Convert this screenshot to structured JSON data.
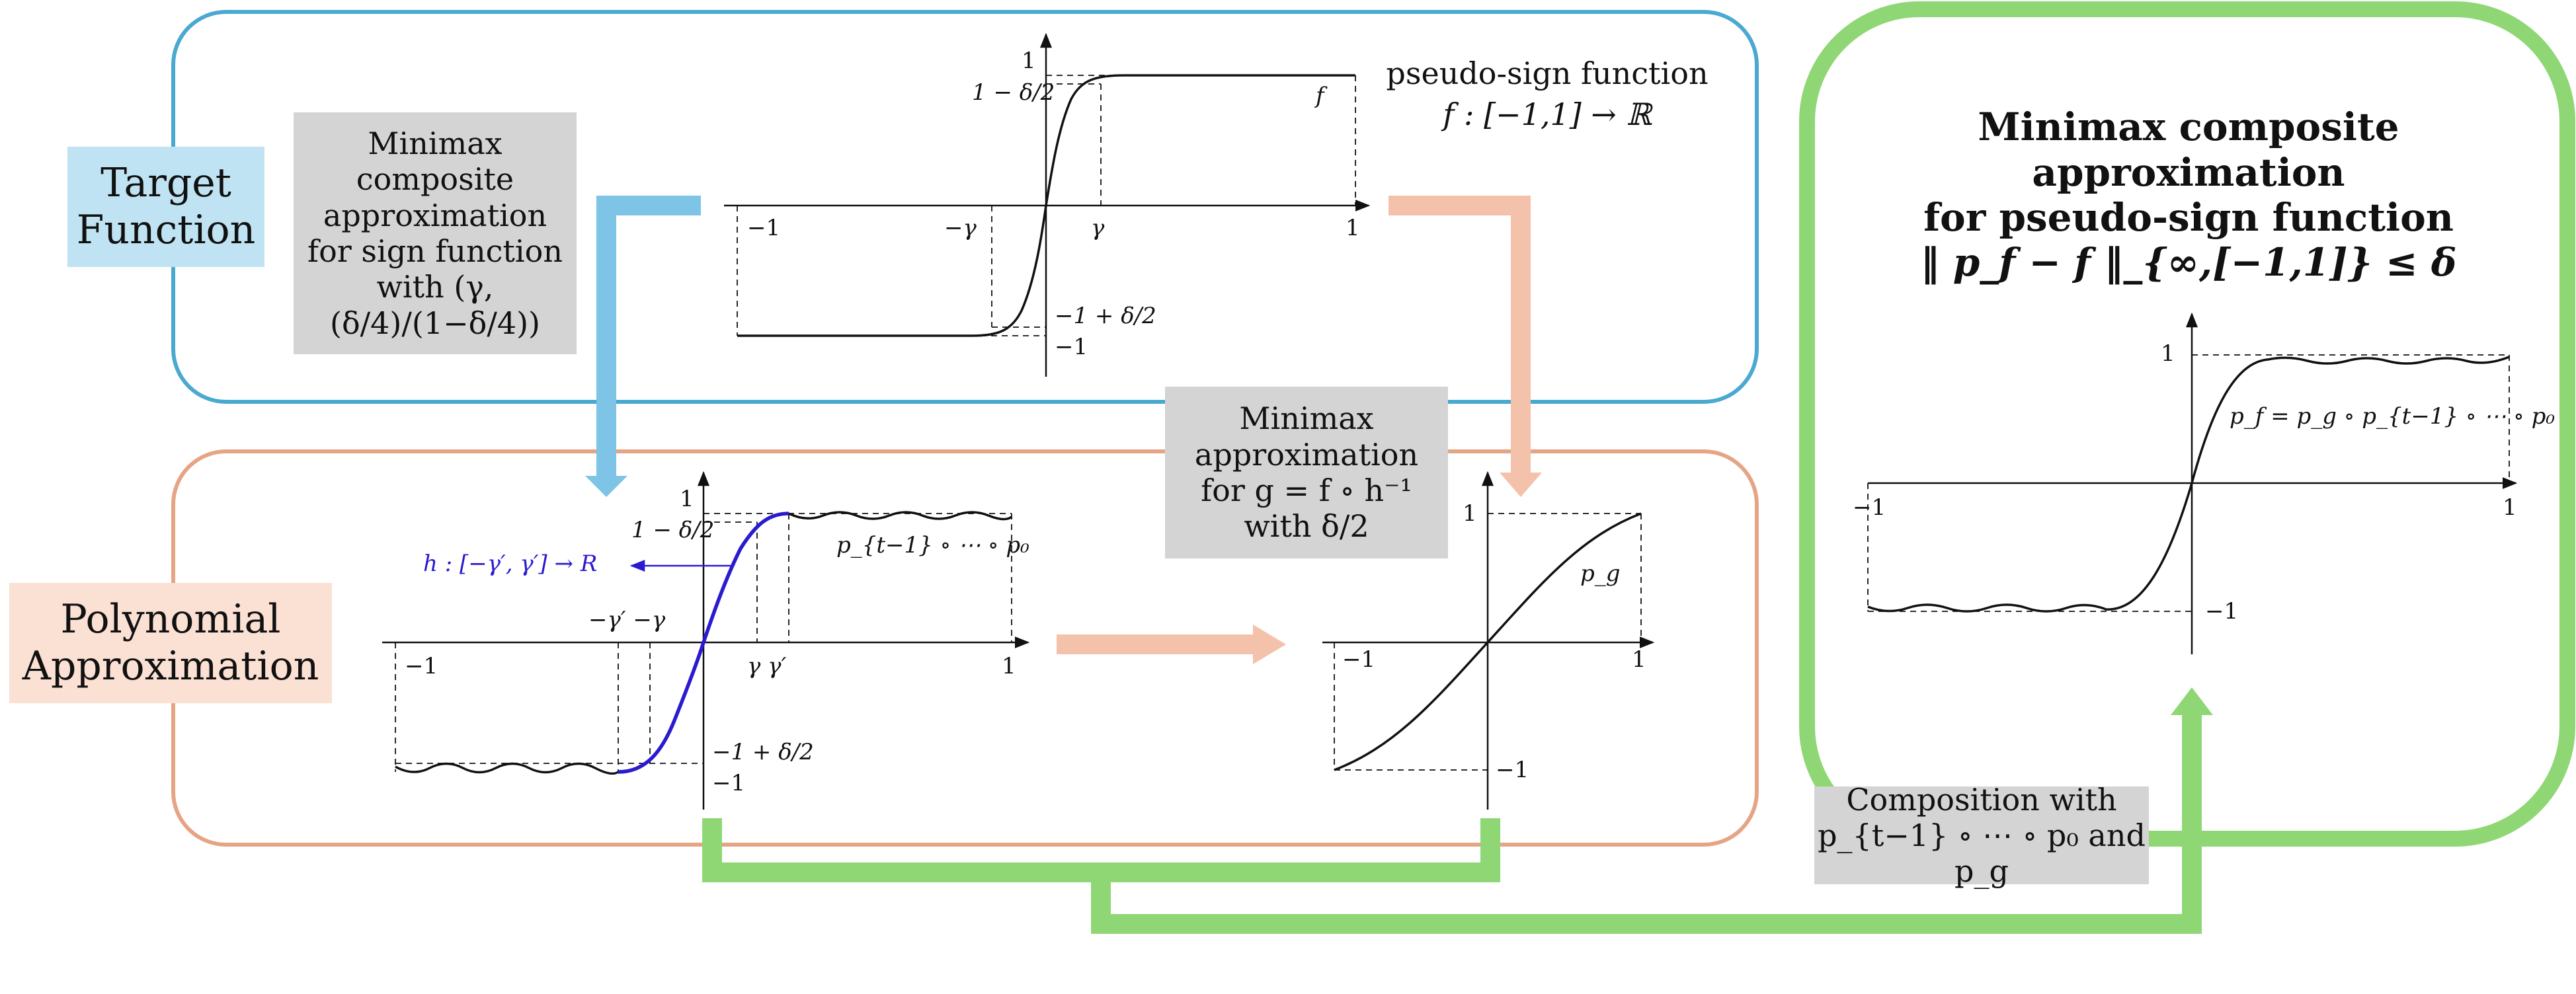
{
  "labels": {
    "target_function": "Target\nFunction",
    "polynomial_approximation": "Polynomial\nApproximation"
  },
  "boxes": {
    "minimax_sign": "Minimax\ncomposite\napproximation\nfor sign function\nwith (γ, (δ/4)/(1−δ/4))",
    "minimax_g": "Minimax\napproximation\nfor g = f ∘ h⁻¹\nwith δ/2",
    "composition": "Composition with\np_{t−1} ∘ ⋯ ∘ p₀ and p_g"
  },
  "pseudo_sign": {
    "line1": "pseudo-sign function",
    "line2": "f : [−1,1] → ℝ"
  },
  "result": {
    "line1": "Minimax composite approximation",
    "line2": "for pseudo-sign function",
    "line3": "‖ p_f − f ‖_{∞,[−1,1]} ≤ δ"
  },
  "plot_top": {
    "y_top": "1",
    "y_top2": "1 − δ/2",
    "y_bot": "−1 + δ/2",
    "y_bot2": "−1",
    "x_left": "−1",
    "x_right": "1",
    "x_mgamma": "−γ",
    "x_gamma": "γ",
    "curve": "f"
  },
  "plot_poly": {
    "y_top": "1",
    "y_top2": "1 − δ/2",
    "y_bot": "−1 + δ/2",
    "y_bot2": "−1",
    "x_left": "−1",
    "x_right": "1",
    "x_mgammas": "−γ′ −γ",
    "x_gammas": "γ  γ′",
    "h_label": "h : [−γ′, γ′] → R",
    "curve": "p_{t−1} ∘ ⋯ ∘ p₀"
  },
  "plot_g": {
    "y_top": "1",
    "y_bot": "−1",
    "x_left": "−1",
    "x_right": "1",
    "curve": "p_g"
  },
  "plot_result": {
    "y_top": "1",
    "y_bot": "−1",
    "x_left": "−1",
    "x_right": "1",
    "curve": "p_f = p_g ∘ p_{t−1} ∘ ⋯ ∘ p₀"
  },
  "colors": {
    "top_frame": "#4aa9d0",
    "poly_frame": "#e5a585",
    "result_frame": "#8fd775",
    "blue_arrow": "#7dc4e6",
    "peach_arrow": "#f4c2ab",
    "green_arrow": "#8fd775",
    "blue_curve": "#2a1ad0"
  }
}
